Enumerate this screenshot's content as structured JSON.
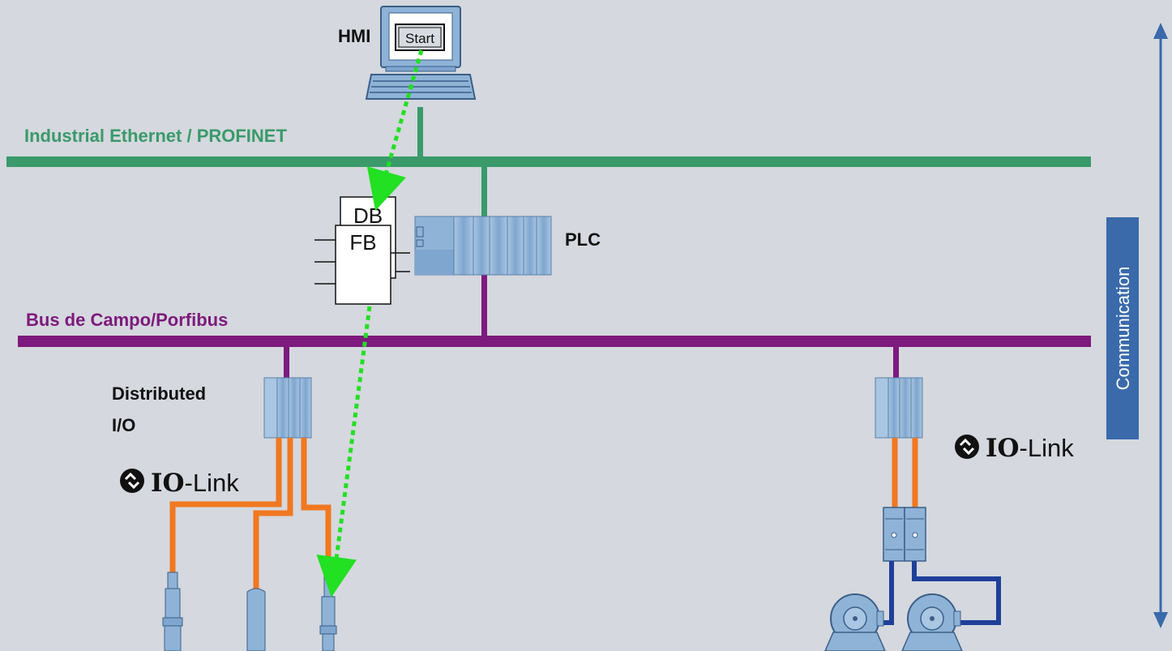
{
  "labels": {
    "hmi": "HMI",
    "start_button": "Start",
    "ethernet": "Industrial Ethernet / PROFINET",
    "plc": "PLC",
    "db": "DB",
    "fb": "FB",
    "fieldbus": "Bus de Campo/Porfibus",
    "distributed_line1": "Distributed",
    "distributed_line2": "I/O",
    "iolink_left_bold": "IO",
    "iolink_left_rest": "-Link",
    "iolink_right_bold": "IO",
    "iolink_right_rest": "-Link",
    "communication": "Communication"
  },
  "colors": {
    "background": "#d5d8de",
    "ethernet": "#3a9a6a",
    "fieldbus": "#7d1a7d",
    "iolink_cable": "#f07820",
    "motor_cable": "#1f3f9a",
    "signal_path": "#22e022",
    "device_blue": "#8fb3d6",
    "communication_band": "#3a6aaa",
    "arrow": "#3a6aaa"
  },
  "icons": [
    "monitor-icon",
    "keyboard-icon",
    "iolink-logo-icon",
    "sensor-icon",
    "motor-icon",
    "motor-starter-icon"
  ]
}
